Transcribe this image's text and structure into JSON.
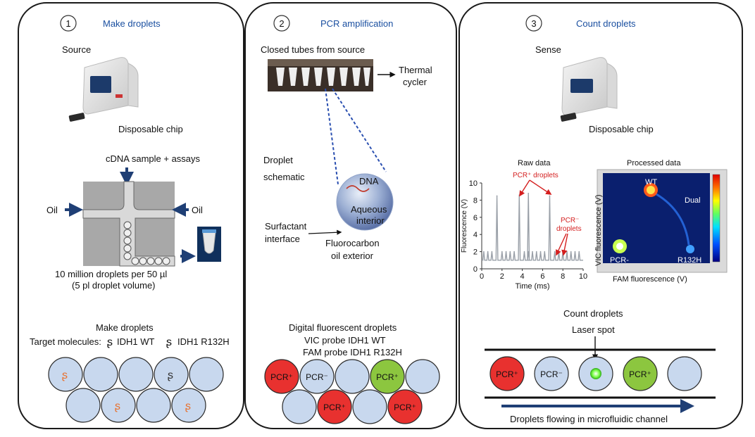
{
  "panels": [
    {
      "number": "1",
      "title": "Make droplets",
      "source_label": "Source",
      "chip_label": "Disposable chip",
      "sample_label": "cDNA sample + assays",
      "oil_left": "Oil",
      "oil_right": "Oil",
      "droplets_line1": "10 million droplets per 50 µl",
      "droplets_line2": "(5 pl droplet volume)",
      "make_droplets_caption": "Make droplets",
      "target_molecules_label": "Target molecules:",
      "target_wt": "IDH1 WT",
      "target_mut": "IDH1 R132H"
    },
    {
      "number": "2",
      "title": "PCR amplification",
      "closed_tubes": "Closed tubes from source",
      "thermal_line1": "Thermal",
      "thermal_line2": "cycler",
      "droplet_schematic_line1": "Droplet",
      "droplet_schematic_line2": "schematic",
      "dna": "DNA",
      "aqueous_line1": "Aqueous",
      "aqueous_line2": "interior",
      "surfactant_line1": "Surfactant",
      "surfactant_line2": "interface",
      "fluorocarbon_line1": "Fluorocarbon",
      "fluorocarbon_line2": "oil exterior",
      "digital_title": "Digital fluorescent droplets",
      "vic_probe": "VIC probe IDH1 WT",
      "fam_probe": "FAM probe IDH1 R132H"
    },
    {
      "number": "3",
      "title": "Count droplets",
      "sense_label": "Sense",
      "chip_label": "Disposable chip",
      "raw_data": "Raw data",
      "processed_data": "Processed data",
      "pcr_pos_droplets": "PCR⁺ droplets",
      "pcr_neg_line1": "PCR⁻",
      "pcr_neg_line2": "droplets",
      "wt_label": "WT",
      "dual_label": "Dual",
      "pcr_minus_label": "PCR-",
      "r132h_label": "R132H",
      "vic_axis": "VIC fluorescence (V)",
      "fam_axis": "FAM fluorescence (V)",
      "count_droplets": "Count droplets",
      "laser_spot": "Laser spot",
      "flowing": "Droplets flowing in microfluidic channel"
    }
  ],
  "droplet_labels": {
    "pos": "PCR⁺",
    "neg": "PCR⁻"
  },
  "chart_data": {
    "type": "line",
    "title": "Raw data",
    "xlabel": "Time (ms)",
    "ylabel": "Fluorescence (V)",
    "xlim": [
      0,
      10
    ],
    "ylim": [
      0,
      10
    ],
    "x_ticks": [
      "0",
      "2",
      "4",
      "6",
      "8",
      "10"
    ],
    "y_ticks": [
      "0",
      "2",
      "4",
      "6",
      "8",
      "10"
    ],
    "baseline": 1,
    "small_peak_height": 1,
    "small_peak_x": [
      0.2,
      0.6,
      1.0,
      2.0,
      2.4,
      2.8,
      3.2,
      4.2,
      4.6,
      5.0,
      5.4,
      5.8,
      6.2,
      7.2,
      7.6,
      8.0,
      8.4,
      8.8,
      9.2,
      9.6
    ],
    "large_peaks": [
      {
        "x": 1.5,
        "y": 8.5
      },
      {
        "x": 3.7,
        "y": 8.6
      },
      {
        "x": 4.6,
        "y": 8.8
      },
      {
        "x": 6.7,
        "y": 8.5
      }
    ],
    "grid": false
  },
  "colors": {
    "panel_border": "#1a1a1a",
    "title_blue": "#1a4fa0",
    "droplet_neg": "#c8d8ee",
    "droplet_pos_red": "#e8312f",
    "droplet_pos_green": "#8cc63f",
    "arrow_navy": "#1f3f75",
    "annotation_red": "#d41e1e"
  }
}
